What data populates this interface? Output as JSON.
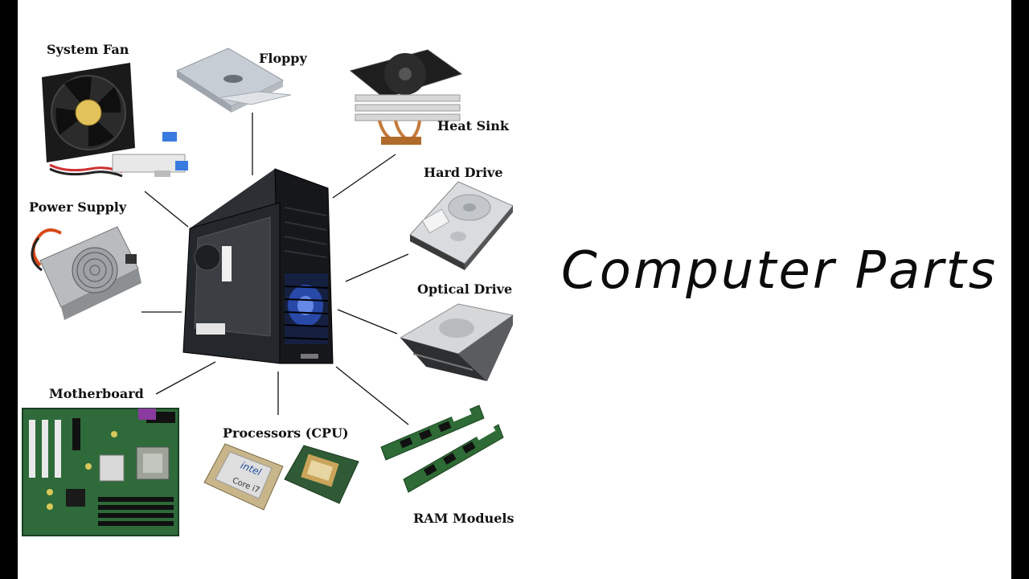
{
  "title": "Computer Parts",
  "center": {
    "name": "Computer Case"
  },
  "parts": {
    "system_fan": "System Fan",
    "floppy": "Floppy",
    "heat_sink": "Heat Sink",
    "hard_drive": "Hard Drive",
    "power_supply": "Power Supply",
    "optical_drive": "Optical Drive",
    "motherboard": "Motherboard",
    "cpu": "Processors (CPU)",
    "ram": "RAM Moduels"
  },
  "chip_text": {
    "intel": "intel",
    "core": "Core i7"
  },
  "colors": {
    "background": "#ffffff",
    "border": "#000000",
    "case": "#15171a",
    "case_led": "#3a6cff",
    "pcb": "#2f6a3a",
    "text": "#111111"
  }
}
